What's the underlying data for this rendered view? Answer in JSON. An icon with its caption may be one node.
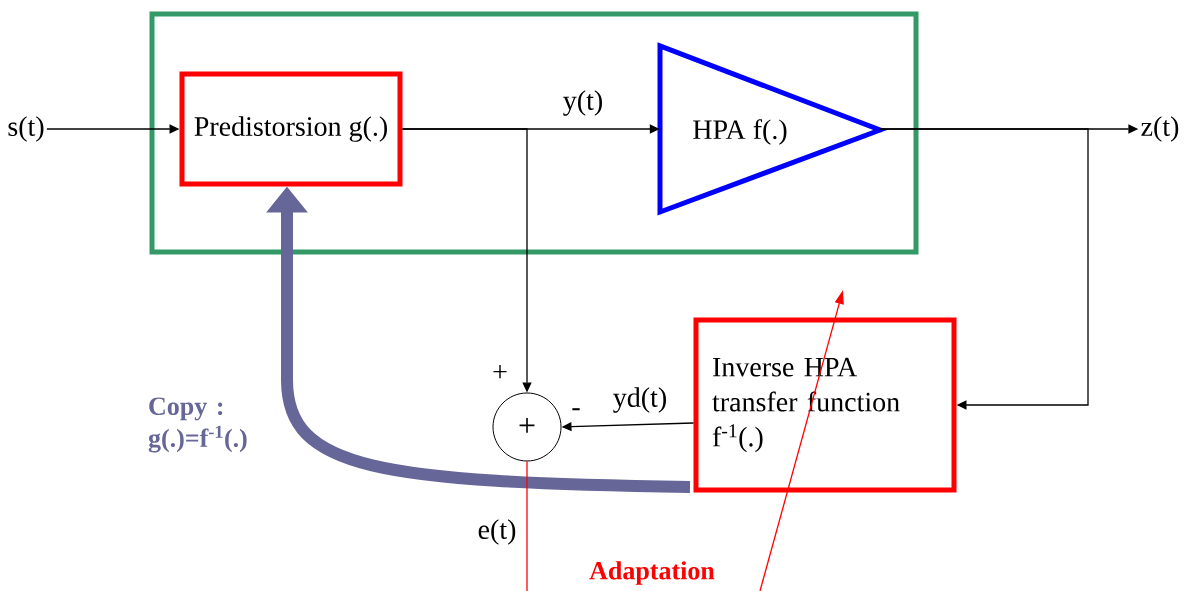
{
  "diagram": {
    "nodes": [
      {
        "text": [
          "s(t)"
        ]
      },
      {
        "text": [],
        "shape": "box"
      },
      {
        "text": [
          "Predistorsion g(.)"
        ],
        "in": 1
      },
      {
        "text": [
          "HPA f(.)"
        ],
        "in": 1
      },
      {
        "text": [
          "z(t)"
        ]
      },
      {
        "text": [
          "+"
        ],
        "beside": [
          "+",
          "-"
        ]
      },
      {
        "text": [
          "Inverse HPA transfer function f$^{-1}$(.)"
        ]
      }
    ],
    "edges": [
      {
        "from": 0,
        "to": 2,
        "arrow": "to"
      },
      {
        "from": 2,
        "to": 3,
        "arrow": "to",
        "label": "y(t)"
      },
      {
        "from": 2,
        "to": 5,
        "arrow": "to"
      },
      {
        "from": 3,
        "to": 4,
        "arrow": "to"
      },
      {
        "from": 3,
        "to": 6,
        "arrow": "to"
      },
      {
        "from": 6,
        "to": 5,
        "arrow": "to",
        "label": "yd(t)"
      },
      {
        "from": 6,
        "to": 2,
        "arrow": "to",
        "style": "thick",
        "color": "#666699",
        "label": "Copy : g(.)=f$^{-1}$(.)"
      },
      {
        "from": 5,
        "to": null,
        "arrow": "none",
        "color": "#ff0000",
        "label": "e(t)"
      }
    ],
    "labels": [
      "Adaptation"
    ]
  }
}
